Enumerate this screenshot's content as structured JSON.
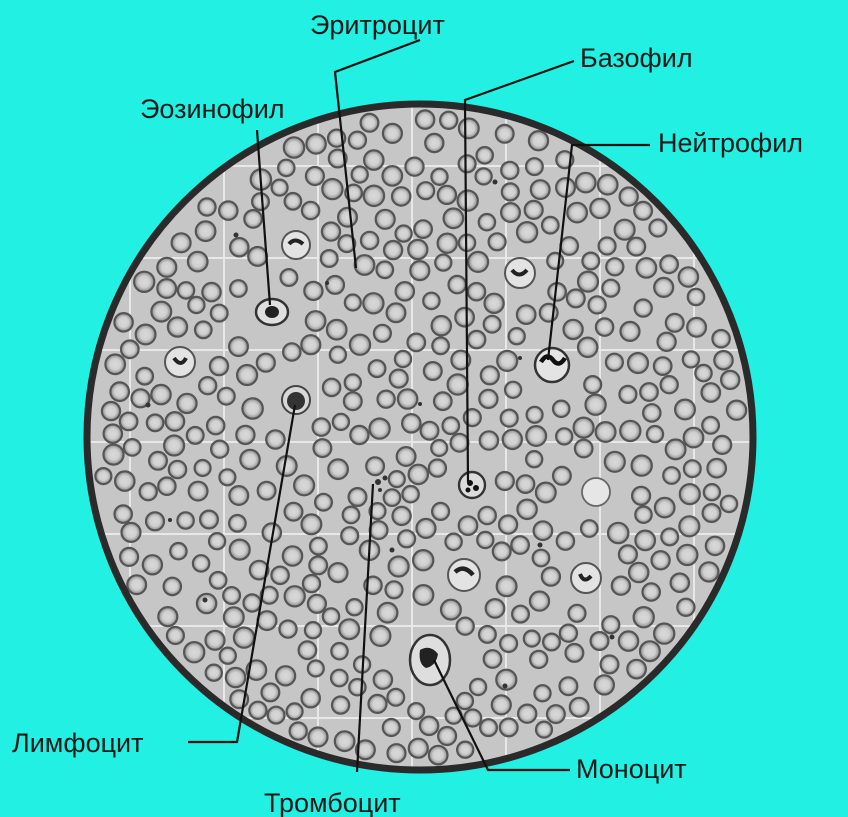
{
  "labels": {
    "erythrocyte": "Эритроцит",
    "basophil": "Базофил",
    "eosinophil": "Эозинофил",
    "neutrophil": "Нейтрофил",
    "lymphocyte": "Лимфоцит",
    "monocyte": "Моноцит",
    "thrombocyte": "Тромбоцит"
  },
  "colors": {
    "background": "#21f0e2",
    "field": "#c6c6c6",
    "border": "#2a2a2a",
    "grid": "#ececec",
    "cell_outline": "#555555"
  }
}
